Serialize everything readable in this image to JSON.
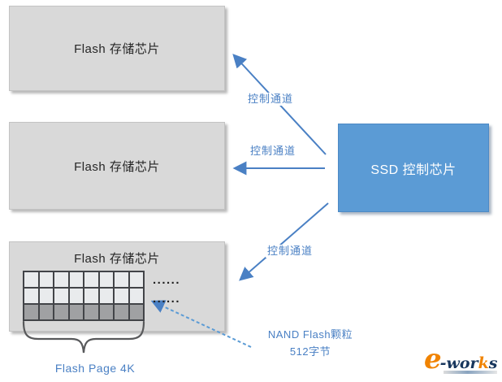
{
  "diagram": {
    "flash_boxes": [
      {
        "label": "Flash 存储芯片"
      },
      {
        "label": "Flash 存储芯片"
      },
      {
        "label": "Flash 存储芯片"
      }
    ],
    "ssd_box": {
      "label": "SSD 控制芯片"
    },
    "channel_labels": [
      {
        "label": "控制通道"
      },
      {
        "label": "控制通道"
      },
      {
        "label": "控制通道"
      }
    ],
    "nand_grid": {
      "rows": 3,
      "cols": 8,
      "dark_row_index": 2
    },
    "ellipsis_rows": [
      "......",
      "......"
    ],
    "flash_page_label": "Flash Page 4K",
    "nand_annotation": {
      "line1": "NAND Flash颗粒",
      "line2": "512字节"
    }
  },
  "logo": {
    "e": "e",
    "part1": "-wor",
    "k": "k",
    "part2": "s"
  },
  "colors": {
    "box_gray": "#d9d9d9",
    "ssd_blue": "#5b9bd5",
    "arrow_blue": "#4a80c4",
    "cell_light": "#e9ebed",
    "cell_dark": "#a0a1a3",
    "grid_line": "#424448",
    "brace_gray": "#58595b",
    "logo_orange": "#f08300",
    "logo_navy": "#17365d"
  }
}
